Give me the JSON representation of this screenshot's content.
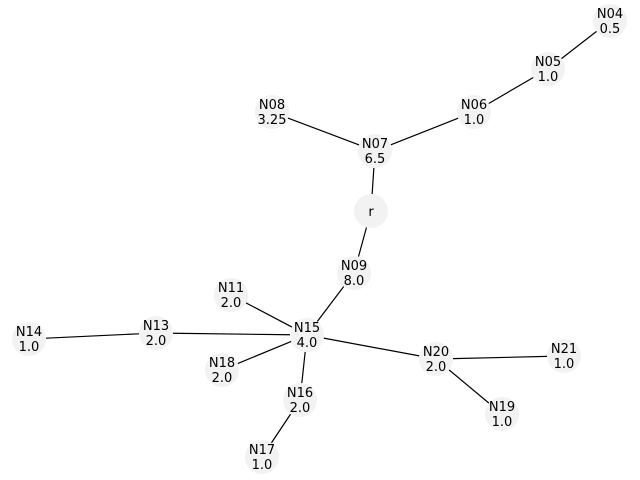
{
  "graph": {
    "node_fill": "#f2f2f2",
    "edge_color": "#000000",
    "nodes": [
      {
        "id": "r",
        "label": "r",
        "value": ""
      },
      {
        "id": "N04",
        "label": "N04",
        "value": "0.5"
      },
      {
        "id": "N05",
        "label": "N05",
        "value": "1.0"
      },
      {
        "id": "N06",
        "label": "N06",
        "value": "1.0"
      },
      {
        "id": "N07",
        "label": "N07",
        "value": "6.5"
      },
      {
        "id": "N08",
        "label": "N08",
        "value": "3.25"
      },
      {
        "id": "N09",
        "label": "N09",
        "value": "8.0"
      },
      {
        "id": "N11",
        "label": "N11",
        "value": "2.0"
      },
      {
        "id": "N13",
        "label": "N13",
        "value": "2.0"
      },
      {
        "id": "N14",
        "label": "N14",
        "value": "1.0"
      },
      {
        "id": "N15",
        "label": "N15",
        "value": "4.0"
      },
      {
        "id": "N16",
        "label": "N16",
        "value": "2.0"
      },
      {
        "id": "N17",
        "label": "N17",
        "value": "1.0"
      },
      {
        "id": "N18",
        "label": "N18",
        "value": "2.0"
      },
      {
        "id": "N19",
        "label": "N19",
        "value": "1.0"
      },
      {
        "id": "N20",
        "label": "N20",
        "value": "2.0"
      },
      {
        "id": "N21",
        "label": "N21",
        "value": "1.0"
      }
    ],
    "edges": [
      [
        "r",
        "N07"
      ],
      [
        "N07",
        "N08"
      ],
      [
        "N07",
        "N06"
      ],
      [
        "N06",
        "N05"
      ],
      [
        "N05",
        "N04"
      ],
      [
        "r",
        "N09"
      ],
      [
        "N09",
        "N15"
      ],
      [
        "N15",
        "N11"
      ],
      [
        "N15",
        "N13"
      ],
      [
        "N13",
        "N14"
      ],
      [
        "N15",
        "N18"
      ],
      [
        "N15",
        "N16"
      ],
      [
        "N16",
        "N17"
      ],
      [
        "N15",
        "N20"
      ],
      [
        "N20",
        "N21"
      ],
      [
        "N20",
        "N19"
      ]
    ]
  }
}
